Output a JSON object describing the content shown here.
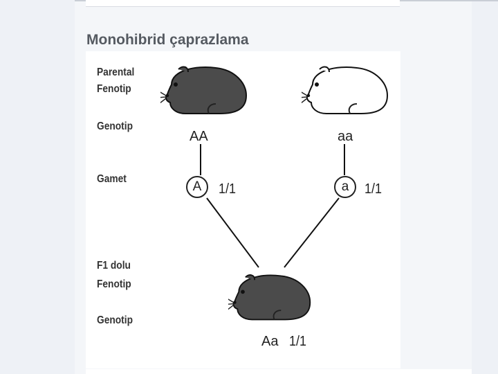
{
  "section_title": "Monohibrid çaprazlama",
  "labels": {
    "parental_line1": "Parental",
    "parental_line2": "Fenotip",
    "genotip_parent": "Genotip",
    "gamet": "Gamet",
    "f1_line1": "F1 dolu",
    "f1_line2": "Fenotip",
    "genotip_f1": "Genotip"
  },
  "parent_left": {
    "genotype": "AA",
    "gamete": "A",
    "fraction": "1/1",
    "coat": "dark"
  },
  "parent_right": {
    "genotype": "aa",
    "gamete": "a",
    "fraction": "1/1",
    "coat": "white"
  },
  "offspring": {
    "genotype": "Aa",
    "fraction": "1/1",
    "coat": "dark"
  },
  "colors": {
    "dark_coat": "#4b4b4b",
    "white_coat": "#ffffff",
    "outline": "#111111",
    "title": "#555a61"
  },
  "icons": [
    "guinea-pig-icon"
  ]
}
